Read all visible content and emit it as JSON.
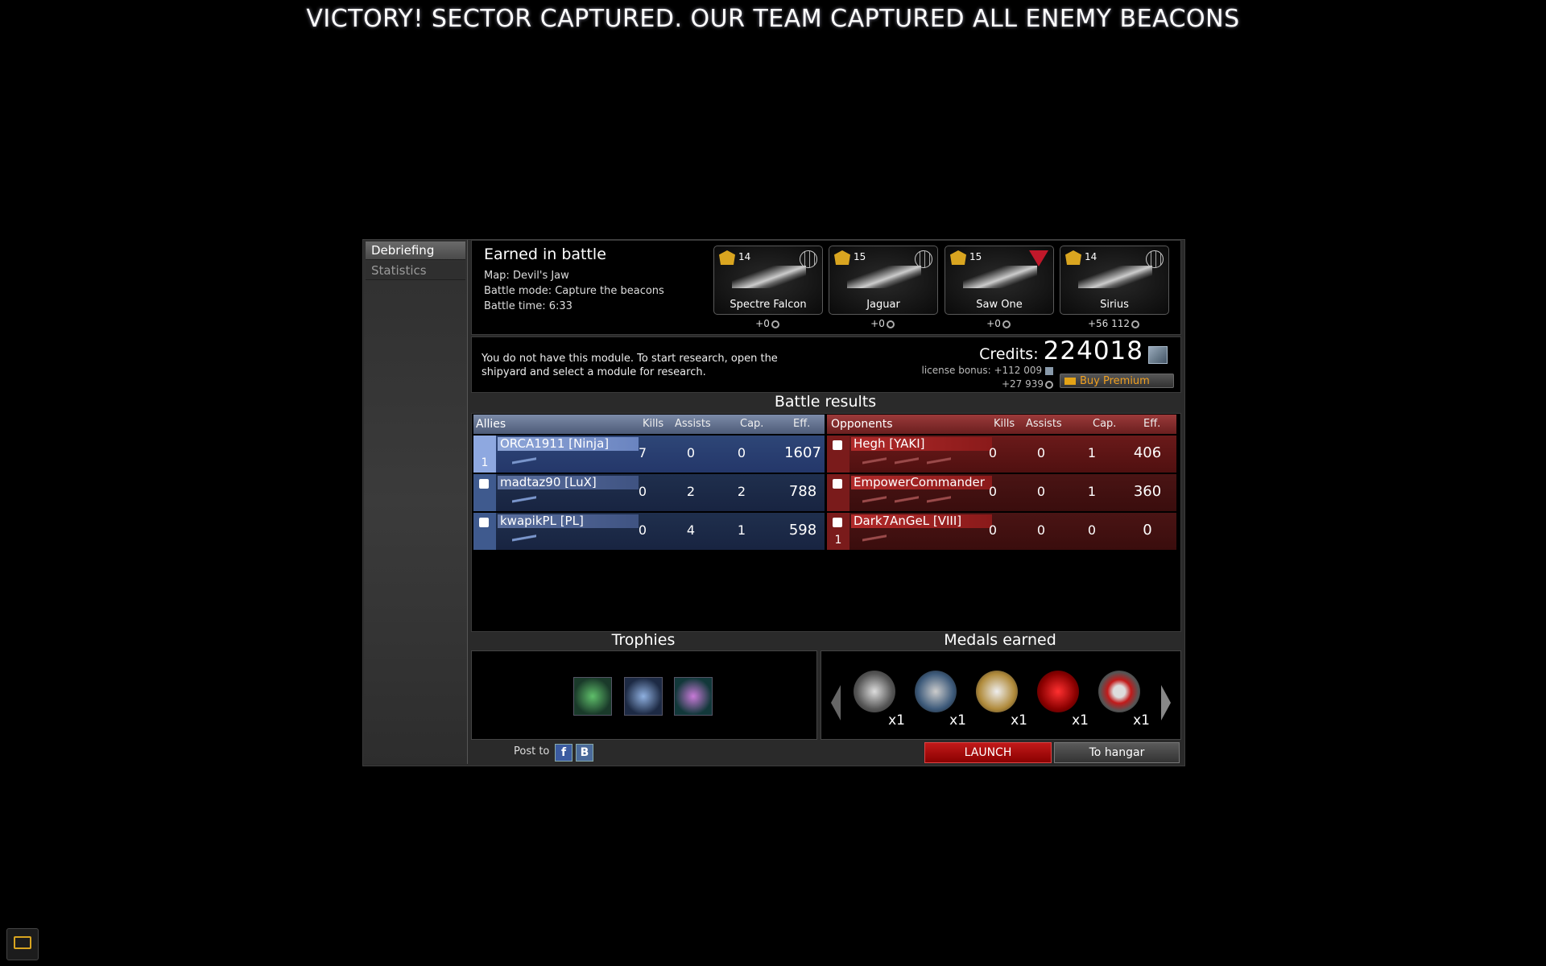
{
  "banner": "VICTORY! SECTOR CAPTURED. OUR TEAM CAPTURED ALL ENEMY BEACONS",
  "sidebar": {
    "items": [
      {
        "label": "Debriefing"
      },
      {
        "label": "Statistics"
      }
    ]
  },
  "earned": {
    "title": "Earned in battle",
    "map": "Map: Devil's Jaw",
    "mode": "Battle mode: Capture the beacons",
    "time": "Battle time: 6:33"
  },
  "ships": [
    {
      "level": "14",
      "name": "Spectre Falcon",
      "bonus": "+0",
      "badge": "globe-icon"
    },
    {
      "level": "15",
      "name": "Jaguar",
      "bonus": "+0",
      "badge": "globe-icon"
    },
    {
      "level": "15",
      "name": "Saw One",
      "bonus": "+0",
      "badge": "faction-icon"
    },
    {
      "level": "14",
      "name": "Sirius",
      "bonus": "+56 112",
      "badge": "globe-icon"
    }
  ],
  "module_message": "You do not have this module. To start research, open the shipyard and select a module for research.",
  "credits": {
    "label": "Credits:",
    "value": "224018",
    "license_bonus": "license bonus: +112 009",
    "extra": "+27 939"
  },
  "buy_premium": "Buy Premium",
  "battle_results": {
    "title": "Battle results",
    "allies_label": "Allies",
    "opponents_label": "Opponents",
    "columns": {
      "kills": "Kills",
      "assists": "Assists",
      "cap": "Cap.",
      "eff": "Eff."
    },
    "allies": [
      {
        "rank": "1",
        "name": "ORCA1911 [Ninja]",
        "kills": "7",
        "assists": "0",
        "cap": "0",
        "eff": "1607"
      },
      {
        "rank": "",
        "name": "madtaz90 [LuX]",
        "kills": "0",
        "assists": "2",
        "cap": "2",
        "eff": "788"
      },
      {
        "rank": "",
        "name": "kwapikPL [PL]",
        "kills": "0",
        "assists": "4",
        "cap": "1",
        "eff": "598"
      }
    ],
    "opponents": [
      {
        "rank": "",
        "name": "Hegh [YAKI]",
        "kills": "0",
        "assists": "0",
        "cap": "1",
        "eff": "406"
      },
      {
        "rank": "",
        "name": "EmpowerCommander",
        "kills": "0",
        "assists": "0",
        "cap": "1",
        "eff": "360"
      },
      {
        "rank": "1",
        "name": "Dark7AnGeL [VIII]",
        "kills": "0",
        "assists": "0",
        "cap": "0",
        "eff": "0"
      }
    ]
  },
  "trophies": {
    "title": "Trophies",
    "items": [
      "crystal-trophy-icon",
      "cube-trophy-icon",
      "purple-core-trophy-icon"
    ]
  },
  "medals": {
    "title": "Medals earned",
    "items": [
      {
        "icon": "skull-star-medal-icon",
        "count": "x1"
      },
      {
        "icon": "skull-cross-medal-icon",
        "count": "x1"
      },
      {
        "icon": "skull-wings-medal-icon",
        "count": "x1"
      },
      {
        "icon": "blood-drop-medal-icon",
        "count": "x1"
      },
      {
        "icon": "eye-medal-icon",
        "count": "x1"
      }
    ]
  },
  "footer": {
    "post_to": "Post to",
    "facebook": "f",
    "vk": "B",
    "launch": "LAUNCH",
    "to_hangar": "To hangar"
  },
  "colors": {
    "launch": "#c21a1a",
    "allies": "#24376a",
    "opponents": "#6a1a1a",
    "premium": "#f0a020"
  }
}
